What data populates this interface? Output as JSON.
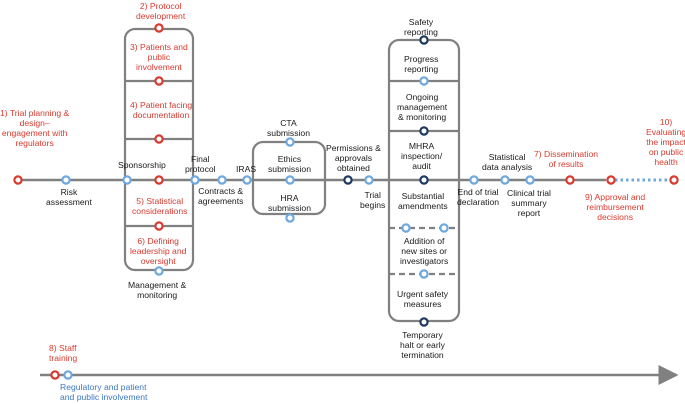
{
  "colors": {
    "red": "#d93a2f",
    "light_blue": "#6fa8dc",
    "dark_navy": "#1f3a5f",
    "line": "#808080",
    "text": "#1a1a1a",
    "blue_text": "#3a78c2"
  },
  "labels": {
    "trial_planning": "1) Trial planning &\ndesign–\nengagement with\nregulators",
    "risk_assessment": "Risk\nassessment",
    "protocol_development": "2) Protocol\ndevelopment",
    "patients_public": "3) Patients and\npublic\ninvolvement",
    "patient_facing": "4) Patient facing\ndocumentation",
    "sponsorship": "Sponsorship",
    "statistical_considerations": "5) Statistical\nconsiderations",
    "defining_leadership": "6) Defining\nleadership and\noversight",
    "management_monitoring": "Management &\nmonitoring",
    "final_protocol": "Final\nprotocol",
    "contracts_agreements": "Contracts &\nagreements",
    "iras": "IRAS",
    "cta_submission": "CTA\nsubmission",
    "ethics_submission": "Ethics\nsubmission",
    "hra_submission": "HRA\nsubmission",
    "permissions_approvals": "Permissions &\napprovals\nobtained",
    "trial_begins": "Trial\nbegins",
    "safety_reporting": "Safety\nreporting",
    "progress_reporting": "Progress\nreporting",
    "ongoing_management": "Ongoing\nmanagement\n& monitoring",
    "mhra_inspection": "MHRA\ninspection/\naudit",
    "substantial_amendments": "Substantial\namendments",
    "addition_sites": "Addition of\nnew sites or\ninvestigators",
    "urgent_safety": "Urgent safety\nmeasures",
    "temporary_halt": "Temporary\nhalt or early\ntermination",
    "end_of_trial": "End of trial\ndeclaration",
    "statistical_data_analysis": "Statistical\ndata analysis",
    "clinical_trial_summary": "Clinical trial\nsummary\nreport",
    "dissemination": "7) Dissemination\nof results",
    "approval_reimbursement": "9) Approval and\nreimbursement\ndecisions",
    "evaluating_impact": "10)\nEvaluating\nthe impact\non public\nhealth",
    "staff_training": "8) Staff\ntraining",
    "regulatory_ppi": "Regulatory and patient\nand public involvement"
  }
}
